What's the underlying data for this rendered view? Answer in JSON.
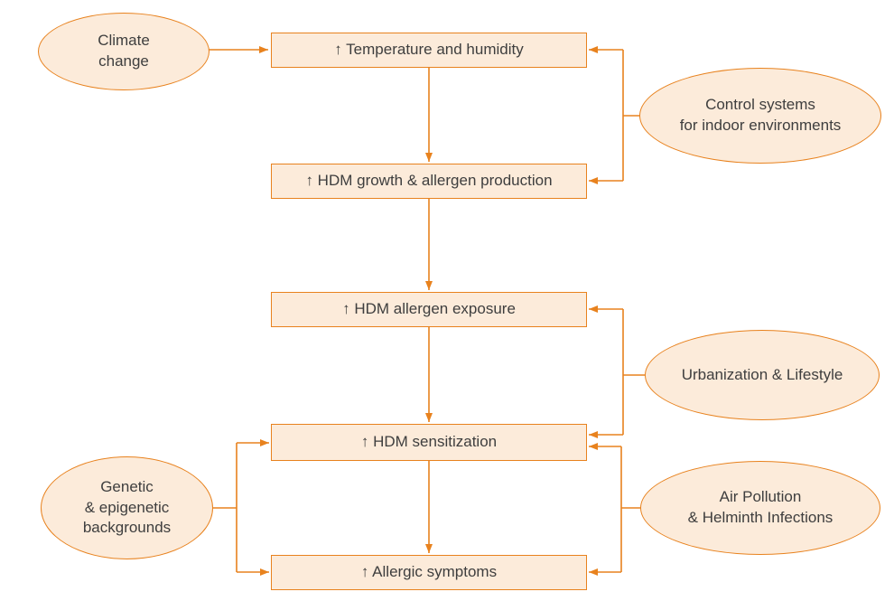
{
  "diagram": {
    "nodes": {
      "climate_change": {
        "label": "Climate\nchange"
      },
      "temperature": {
        "label": "↑ Temperature and humidity"
      },
      "control_systems": {
        "label": "Control systems\nfor indoor environments"
      },
      "hdm_growth": {
        "label": "↑ HDM growth & allergen production"
      },
      "hdm_exposure": {
        "label": "↑ HDM allergen exposure"
      },
      "urbanization": {
        "label": "Urbanization & Lifestyle"
      },
      "hdm_sensitization": {
        "label": "↑ HDM sensitization"
      },
      "genetic": {
        "label": "Genetic\n& epigenetic\nbackgrounds"
      },
      "air_pollution": {
        "label": "Air Pollution\n& Helminth Infections"
      },
      "allergic_symptoms": {
        "label": "↑ Allergic symptoms"
      }
    },
    "colors": {
      "stroke": "#E8821E",
      "fill": "#FCEBDA",
      "text": "#3E3E3E"
    }
  }
}
